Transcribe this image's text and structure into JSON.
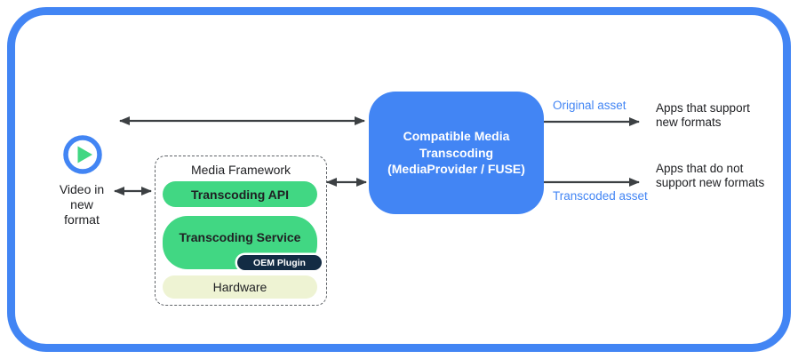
{
  "diagram": {
    "source": {
      "label": "Video in\nnew\nformat"
    },
    "media_framework": {
      "title": "Media Framework",
      "layers": [
        {
          "id": "transcoding-api",
          "label": "Transcoding API",
          "color": "#41d783"
        },
        {
          "id": "transcoding-service",
          "label": "Transcoding Service",
          "color": "#41d783",
          "plugin": {
            "label": "OEM Plugin",
            "color": "#132c44"
          }
        },
        {
          "id": "hardware",
          "label": "Hardware",
          "color": "#eef3d3"
        }
      ]
    },
    "transcoding_box": {
      "label": "Compatible Media\nTranscoding\n(MediaProvider / FUSE)",
      "color": "#4285f4"
    },
    "outputs": [
      {
        "asset_label": "Original asset",
        "target_label": "Apps that support\nnew formats"
      },
      {
        "asset_label": "Transcoded asset",
        "target_label": "Apps that do not\nsupport new formats"
      }
    ],
    "colors": {
      "border_blue": "#4285f4",
      "box_blue": "#4285f4",
      "green": "#41d783",
      "dark_navy": "#132c44",
      "pale_yellow": "#eef3d3",
      "arrow_gray": "#3c4043",
      "asset_text_blue": "#4285f4"
    }
  }
}
